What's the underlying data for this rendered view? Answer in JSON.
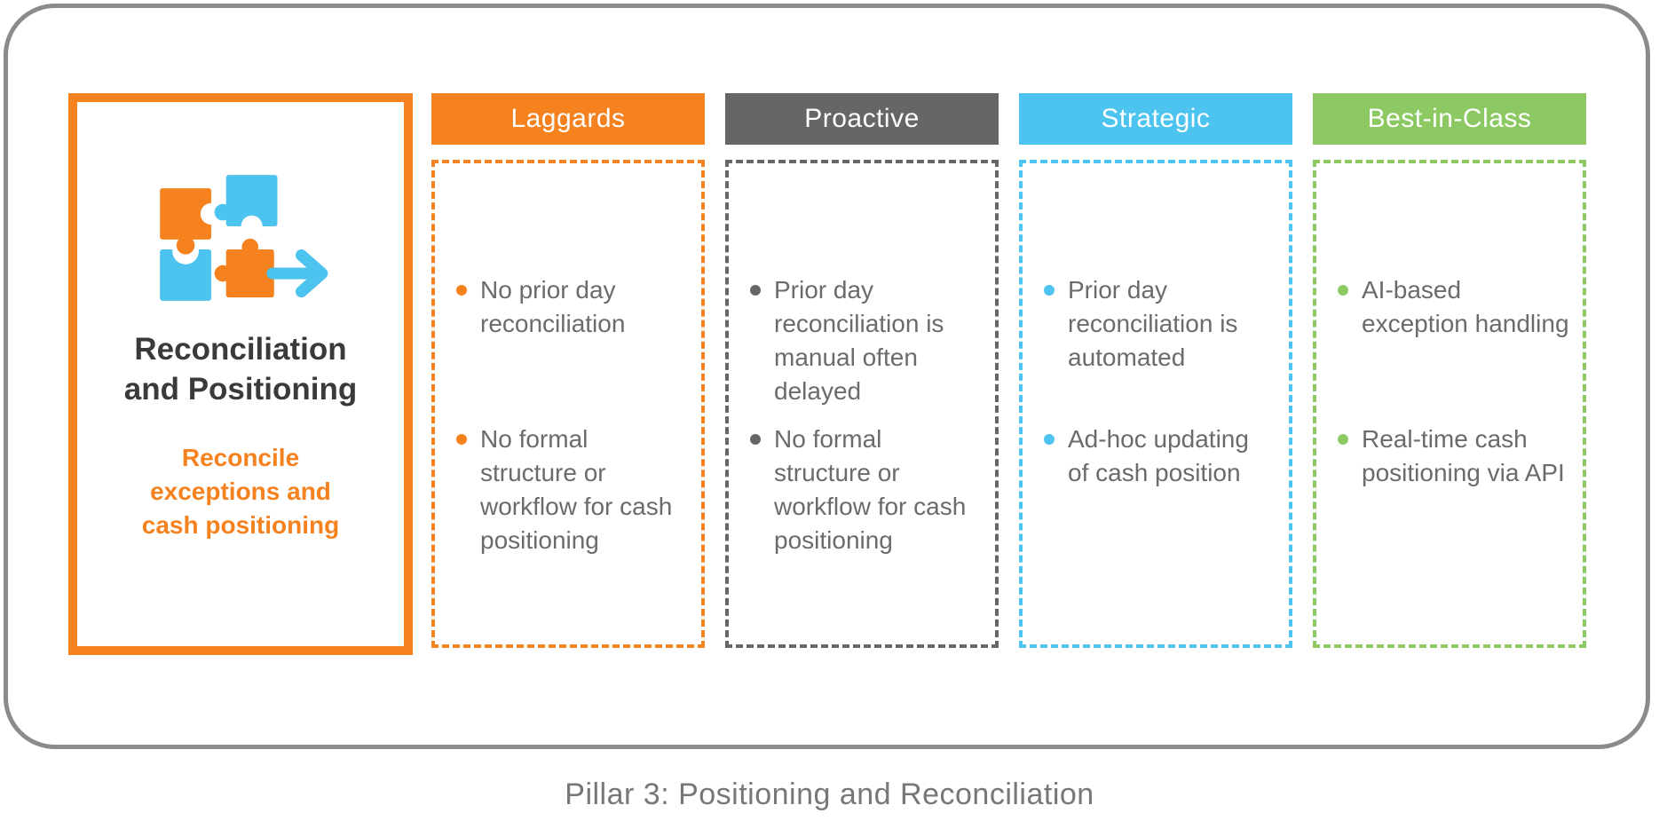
{
  "caption": "Pillar 3: Positioning and Reconciliation",
  "panel": {
    "title": "Reconciliation and Positioning",
    "subtitle": "Reconcile exceptions and cash positioning",
    "icon": "puzzle-arrow-icon"
  },
  "columns": [
    {
      "id": "laggards",
      "label": "Laggards",
      "color": "#F5821F",
      "bullets": [
        "No prior day reconciliation",
        "No formal structure or workflow for cash positioning"
      ]
    },
    {
      "id": "proactive",
      "label": "Proactive",
      "color": "#666666",
      "bullets": [
        "Prior day reconciliation is manual often delayed",
        "No formal structure or workflow for cash positioning"
      ]
    },
    {
      "id": "strategic",
      "label": "Strategic",
      "color": "#4DC3F0",
      "bullets": [
        "Prior day reconciliation is automated",
        "Ad-hoc updating of cash position"
      ]
    },
    {
      "id": "best_in_class",
      "label": "Best-in-Class",
      "color": "#8CC963",
      "bullets": [
        "AI-based exception handling",
        "Real-time cash positioning via API"
      ]
    }
  ],
  "colors": {
    "orange": "#F5821F",
    "gray": "#666666",
    "blue": "#4DC3F0",
    "green": "#8CC963",
    "bullet_text": "#6B6B6B",
    "panel_title": "#3A3A3A",
    "frame_border": "#8B8B8B",
    "caption_text": "#777777"
  }
}
